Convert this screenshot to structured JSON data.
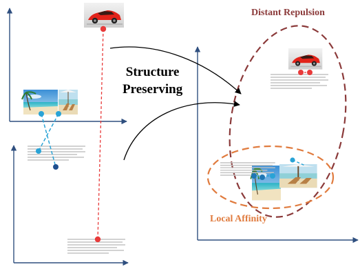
{
  "labels": {
    "structure_line1": "Structure",
    "structure_line2": "Preserving",
    "distant_repulsion": "Distant Repulsion",
    "local_affinity": "Local Affinity"
  },
  "colors": {
    "axis": "#2f4f7f",
    "car_point": "#e83a3a",
    "beach_point": "#1f77b4",
    "beach_link": "#29a3d6",
    "repulsion": "#8b3a3a",
    "affinity": "#e07b3e",
    "arrow": "#000000"
  },
  "icons": {
    "car_image": "sports-car-image",
    "beach_image": "beach-image",
    "beach_chairs_image": "beach-chairs-image",
    "text_block": "text-document-image"
  }
}
